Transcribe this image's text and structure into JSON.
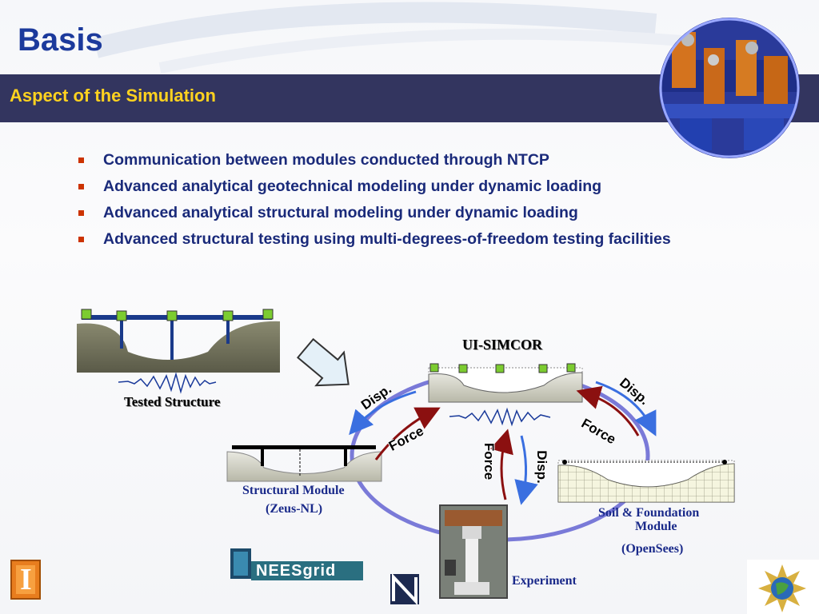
{
  "slide": {
    "title": "Basis",
    "subtitle": "Aspect of the Simulation"
  },
  "bullets": [
    "Communication between modules conducted through NTCP",
    "Advanced analytical geotechnical modeling under dynamic loading",
    "Advanced analytical structural modeling under dynamic loading",
    "Advanced structural testing using multi-degrees-of-freedom testing facilities"
  ],
  "diagram": {
    "tested_structure": "Tested Structure",
    "coordinator": "UI-SIMCOR",
    "structural_module": "Structural Module",
    "structural_module_software": "(Zeus-NL)",
    "soil_module_line1": "Soil & Foundation",
    "soil_module_line2": "Module",
    "soil_module_software": "(OpenSees)",
    "experiment": "Experiment",
    "arrow_labels": {
      "disp_left": "Disp.",
      "force_left": "Force",
      "disp_right": "Disp.",
      "force_right": "Force",
      "force_center": "Force",
      "disp_center": "Disp."
    }
  },
  "logos": {
    "university": "I",
    "neesgrid": "NEESgrid"
  },
  "colors": {
    "title": "#1c3a9c",
    "header_bar": "#33355f",
    "subtitle": "#ffd21f",
    "bullet_text": "#1a2a7a",
    "bullet_mark": "#cc3300",
    "disp_arrow": "#3a6fe0",
    "force_arrow": "#8b1010",
    "ring": "#7a7ad8"
  },
  "icons": [
    "university-logo-icon",
    "neesgrid-logo-icon",
    "nsf-logo-icon",
    "globe-icon",
    "shake-table-icon"
  ]
}
